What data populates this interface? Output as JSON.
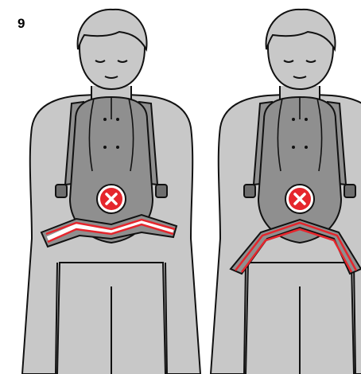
{
  "step": {
    "number": "9"
  },
  "panels": [
    {
      "id": "left",
      "status": "incorrect",
      "status_icon": "x-circle-icon"
    },
    {
      "id": "right",
      "status": "incorrect",
      "status_icon": "x-circle-icon"
    }
  ],
  "colors": {
    "body_fill": "#c8c8c8",
    "carrier_fill": "#8f8f8f",
    "carrier_dark": "#6e6e6e",
    "outline": "#111111",
    "highlight_red": "#e5262d",
    "highlight_fill": "#ffffff",
    "status_red": "#e5262d"
  }
}
